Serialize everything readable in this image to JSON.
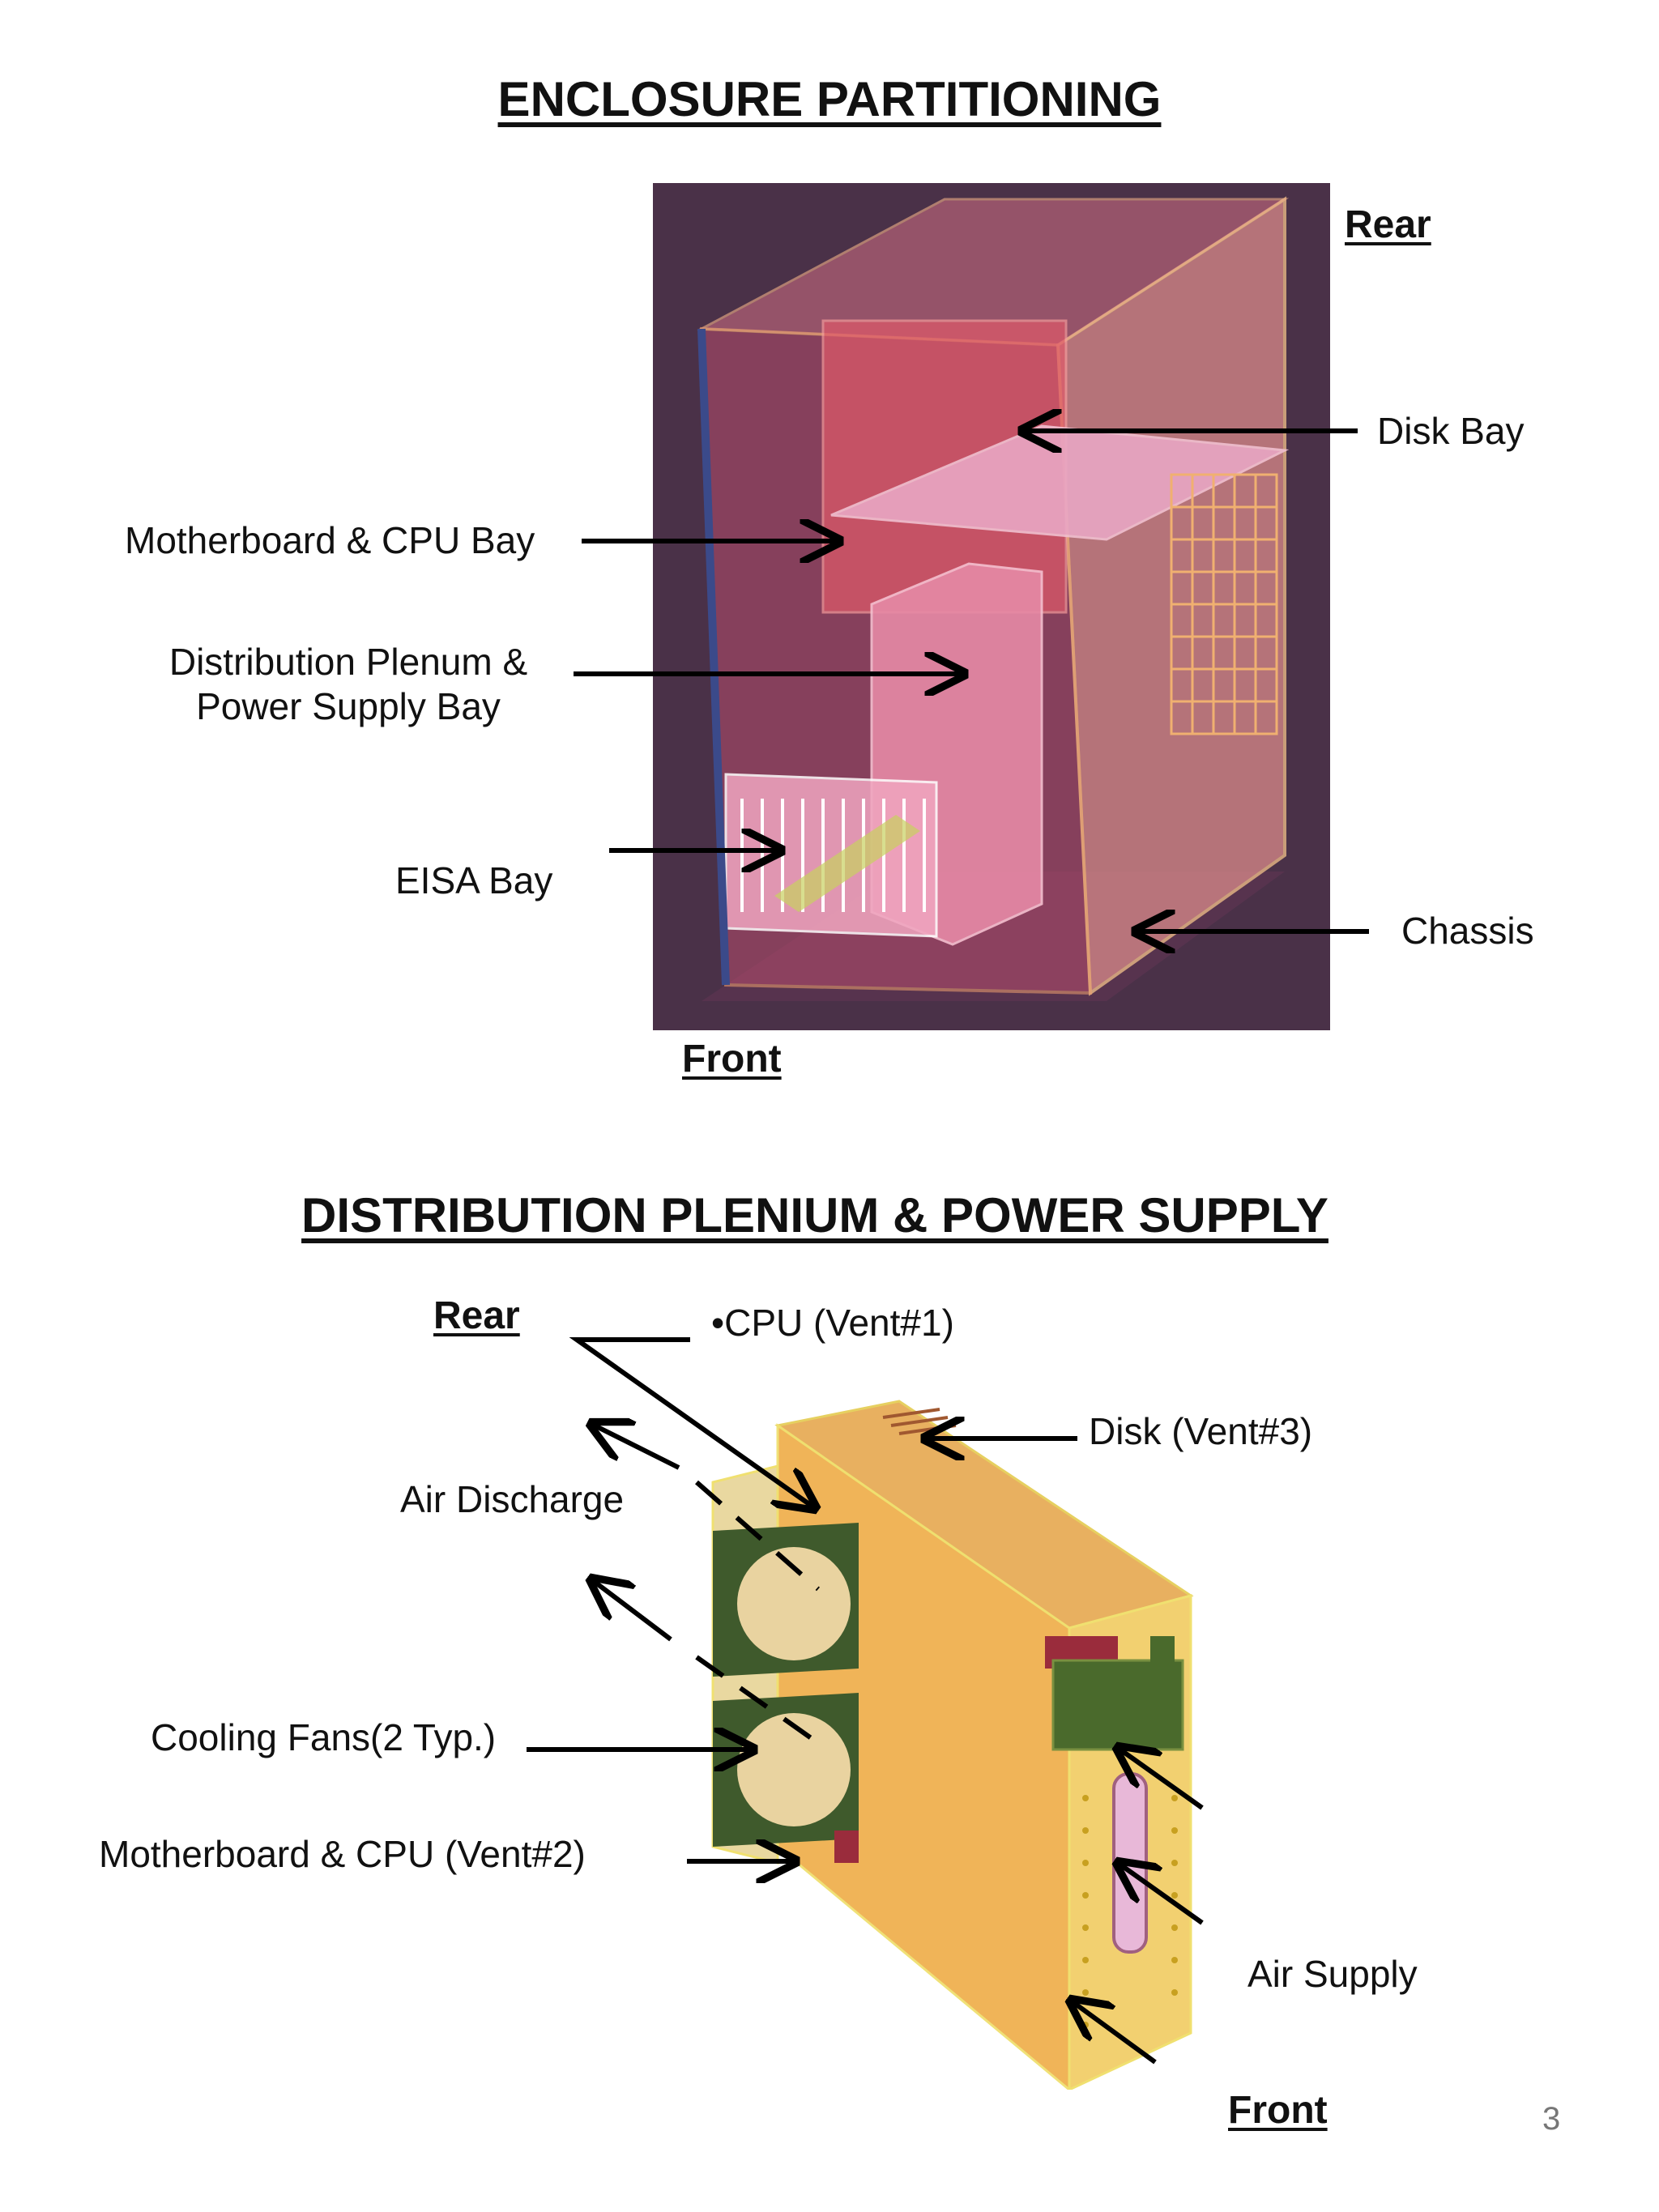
{
  "top": {
    "title": "ENCLOSURE PARTITIONING",
    "rear": "Rear",
    "front": "Front",
    "labels": {
      "disk_bay": "Disk Bay",
      "motherboard_cpu_bay": "Motherboard & CPU Bay",
      "plenum_line1": "Distribution Plenum &",
      "plenum_line2": "Power Supply Bay",
      "eisa_bay": "EISA Bay",
      "chassis": "Chassis"
    }
  },
  "bottom": {
    "title": "DISTRIBUTION PLENIUM & POWER SUPPLY",
    "rear": "Rear",
    "front": "Front",
    "labels": {
      "cpu_vent1": "•CPU (Vent#1)",
      "disk_vent3": "Disk (Vent#3)",
      "air_discharge": "Air Discharge",
      "cooling_fans": "Cooling Fans(2 Typ.)",
      "motherboard_vent2": "Motherboard & CPU (Vent#2)",
      "air_supply": "Air Supply"
    }
  },
  "page_number": "3",
  "colors": {
    "photo_background": "#4a3148",
    "enclosure_pink": "#e8788c",
    "plenum_yellow": "#f0c040",
    "fan_green": "#3f5a2c"
  }
}
